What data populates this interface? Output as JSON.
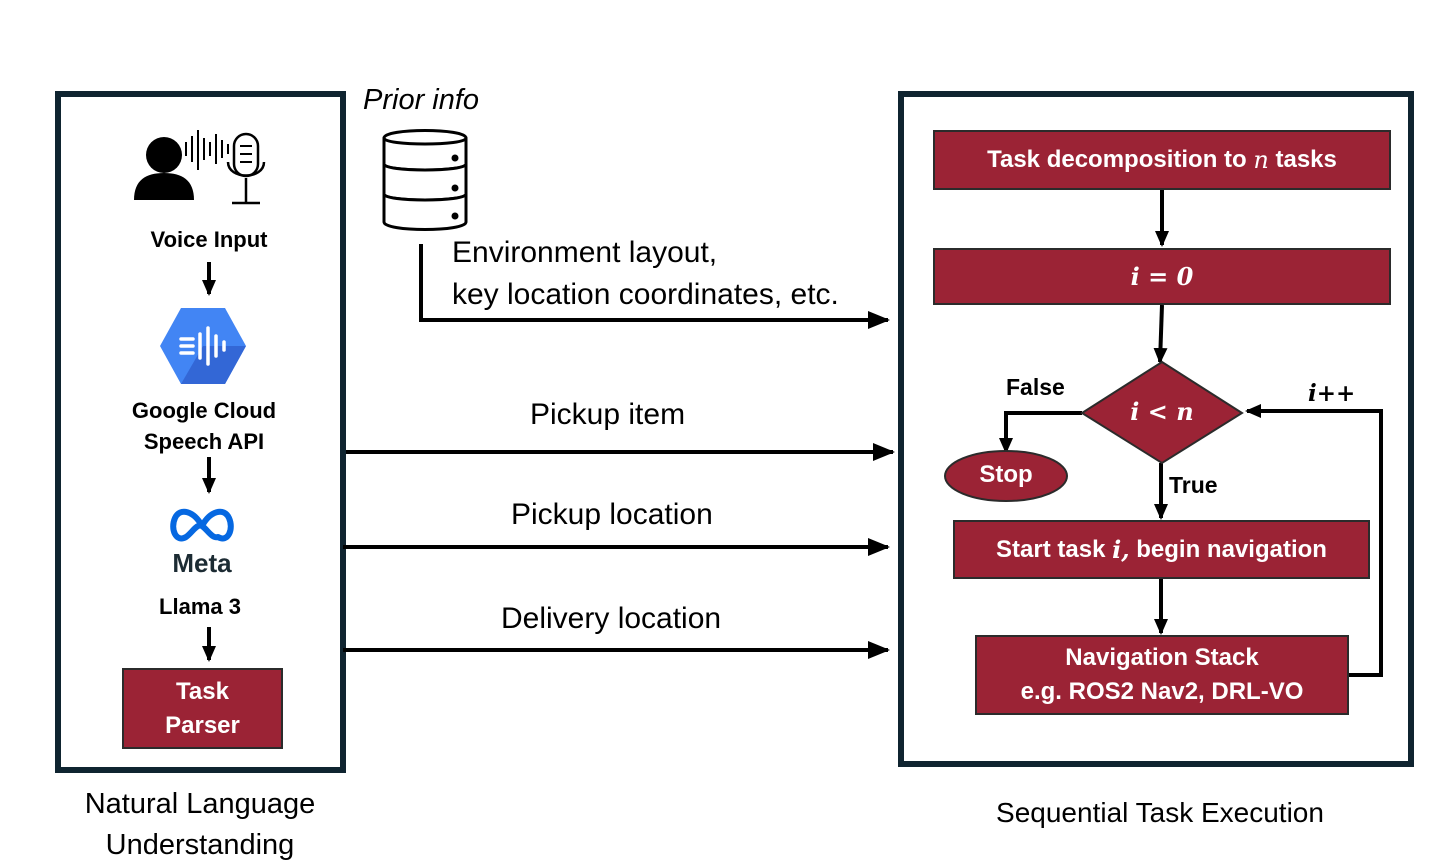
{
  "nlu": {
    "voice_input": "Voice Input",
    "speech_api_line1": "Google Cloud",
    "speech_api_line2": "Speech API",
    "meta_logo_text": "Meta",
    "llama": "Llama 3",
    "task_parser_line1": "Task",
    "task_parser_line2": "Parser",
    "caption_line1": "Natural Language",
    "caption_line2": "Understanding"
  },
  "prior": {
    "title": "Prior info",
    "desc_line1": "Environment layout,",
    "desc_line2": "key location coordinates, etc."
  },
  "flows": {
    "pickup_item": "Pickup item",
    "pickup_location": "Pickup location",
    "delivery_location": "Delivery location"
  },
  "ste": {
    "decomp_prefix": "Task decomposition to ",
    "decomp_var": "n",
    "decomp_suffix": " tasks",
    "init": "i = 0",
    "condition": "i < n",
    "increment": "i++",
    "false_label": "False",
    "true_label": "True",
    "stop": "Stop",
    "start_prefix": "Start task ",
    "start_var": "i,",
    "start_suffix": " begin navigation",
    "nav_line1": "Navigation Stack",
    "nav_line2": "e.g. ROS2 Nav2, DRL-VO",
    "caption": "Sequential Task Execution"
  },
  "colors": {
    "box_fill": "#9b2335",
    "panel_border": "#0f2430",
    "google_blue": "#4285f4",
    "meta_blue": "#0668e1"
  }
}
